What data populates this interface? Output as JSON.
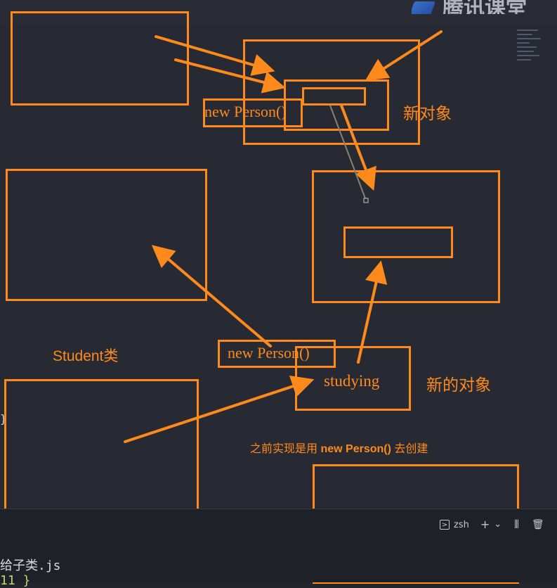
{
  "brand": {
    "title": "腾讯课堂"
  },
  "annotations": {
    "new_person_top": "new Person()",
    "new_object": "新对象",
    "student_class": "Student类",
    "new_person_bottom": "new Person()",
    "studying": "studying",
    "new_object_2": "新的对象",
    "note_prefix": "之前实现是用 ",
    "note_code": "new Person()",
    "note_suffix": " 去创建"
  },
  "terminal": {
    "shell": "zsh",
    "add": "+",
    "dropdown": "⌄",
    "split": "⫴",
    "trash": "🗑"
  },
  "editor": {
    "file_line": "给子类.js",
    "line_11": "11 }",
    "brace": "}"
  },
  "colors": {
    "annotation": "#ff8a1c",
    "background": "#282a33"
  }
}
